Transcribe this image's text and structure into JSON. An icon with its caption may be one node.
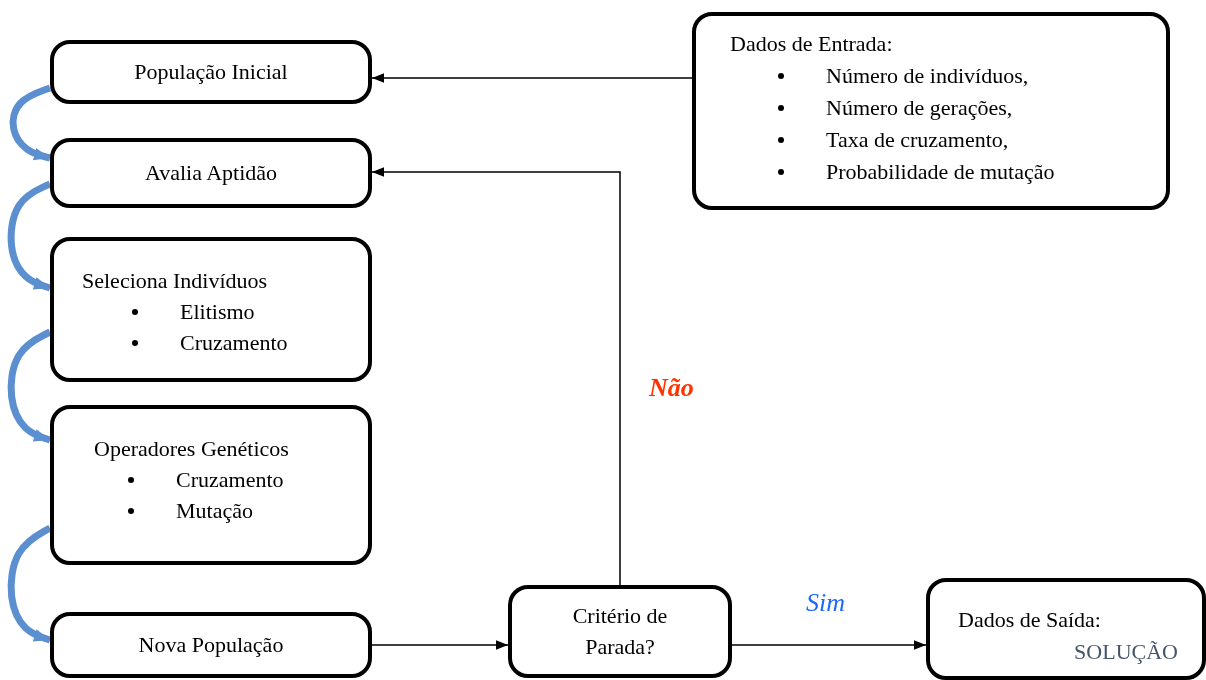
{
  "diagram": {
    "nodes": [
      {
        "text": [
          "População Inicial"
        ]
      },
      {
        "text": [
          "Dados de Entrada:",
          "Número de indivíduos,",
          "Número de gerações,",
          "Taxa de cruzamento,",
          "Probabilidade de mutação"
        ]
      },
      {
        "text": [
          "Avalia Aptidão"
        ]
      },
      {
        "text": [
          "Seleciona Indivíduos",
          "Elitismo",
          "Cruzamento"
        ]
      },
      {
        "text": [
          "Operadores Genéticos",
          "Cruzamento",
          "Mutação"
        ]
      },
      {
        "text": [
          "Nova População"
        ]
      },
      {
        "text": [
          "Critério de Parada?"
        ]
      },
      {
        "text": [
          "Dados de Saída:",
          "SOLUÇÃO"
        ]
      }
    ],
    "edges": [
      {
        "from": 1,
        "to": 0,
        "arrow": "to"
      },
      {
        "from": 0,
        "to": 2,
        "arrow": "to",
        "style": "thick",
        "color": "#5b8fd0"
      },
      {
        "from": 2,
        "to": 3,
        "arrow": "to",
        "style": "thick",
        "color": "#5b8fd0"
      },
      {
        "from": 3,
        "to": 4,
        "arrow": "to",
        "style": "thick",
        "color": "#5b8fd0"
      },
      {
        "from": 4,
        "to": 5,
        "arrow": "to",
        "style": "thick",
        "color": "#5b8fd0"
      },
      {
        "from": 5,
        "to": 6,
        "arrow": "to"
      },
      {
        "from": 6,
        "to": 2,
        "arrow": "to",
        "label": "Não"
      },
      {
        "from": 6,
        "to": 7,
        "arrow": "to",
        "label": "Sim"
      }
    ]
  }
}
